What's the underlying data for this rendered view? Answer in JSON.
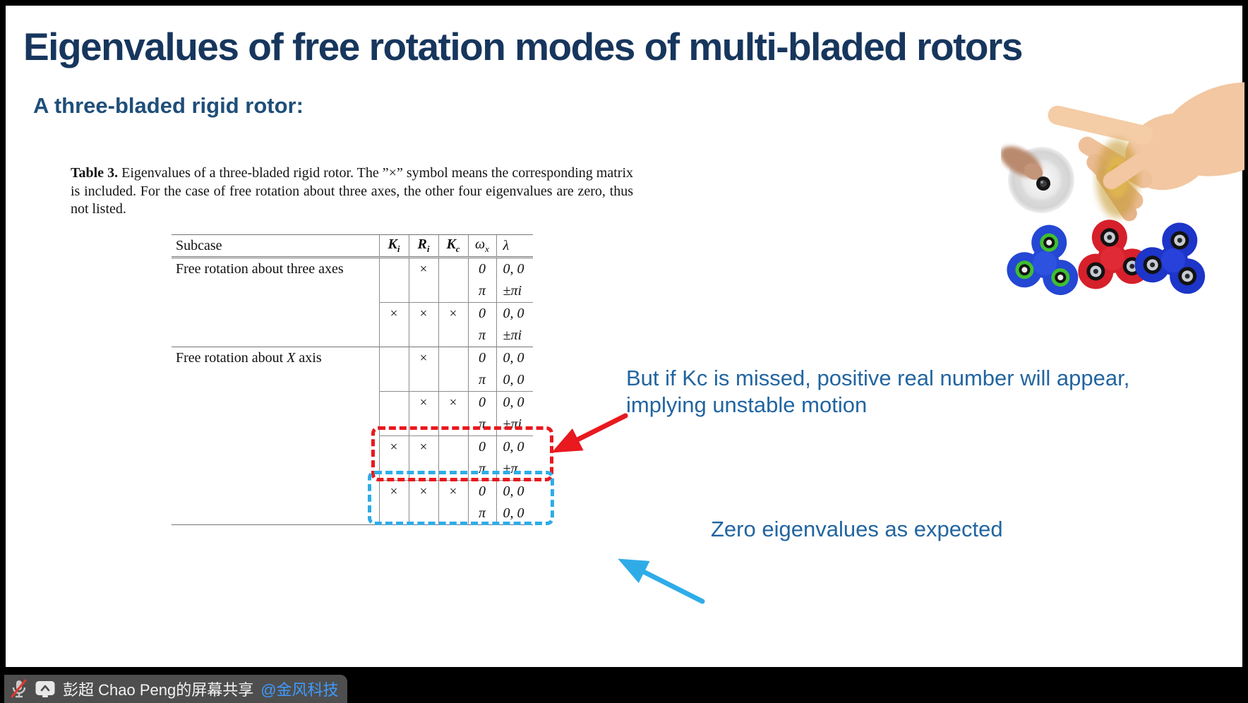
{
  "slide": {
    "title": "Eigenvalues of free rotation modes of multi-bladed rotors",
    "subtitle": "A three-bladed rigid rotor:"
  },
  "caption": {
    "label": "Table 3.",
    "text": "Eigenvalues of a three-bladed rigid rotor. The ”×” symbol means the corresponding matrix is included. For the case of free rotation about three axes, the other four eigenvalues are zero, thus not listed."
  },
  "table": {
    "headers": {
      "subcase": "Subcase",
      "ki_main": "K",
      "ki_sub": "i",
      "ri_main": "R",
      "ri_sub": "i",
      "kc_main": "K",
      "kc_sub": "c",
      "wx_main": "ω",
      "wx_sub": "x",
      "lambda": "λ"
    },
    "rows": [
      {
        "sub1": "Free rotation about three axes",
        "subx": "",
        "sub2": "",
        "ki": "",
        "ri": "×",
        "kc": "",
        "wx": "0",
        "l": "0, 0"
      },
      {
        "sub1": "",
        "subx": "",
        "sub2": "",
        "ki": "",
        "ri": "",
        "kc": "",
        "wx": "π",
        "l": "±πi"
      },
      {
        "sub1": "",
        "subx": "",
        "sub2": "",
        "ki": "×",
        "ri": "×",
        "kc": "×",
        "wx": "0",
        "l": "0, 0"
      },
      {
        "sub1": "",
        "subx": "",
        "sub2": "",
        "ki": "",
        "ri": "",
        "kc": "",
        "wx": "π",
        "l": "±πi"
      },
      {
        "sub1": "Free rotation about ",
        "subx": "X",
        "sub2": " axis",
        "ki": "",
        "ri": "×",
        "kc": "",
        "wx": "0",
        "l": "0, 0"
      },
      {
        "sub1": "",
        "subx": "",
        "sub2": "",
        "ki": "",
        "ri": "",
        "kc": "",
        "wx": "π",
        "l": "0, 0"
      },
      {
        "sub1": "",
        "subx": "",
        "sub2": "",
        "ki": "",
        "ri": "×",
        "kc": "×",
        "wx": "0",
        "l": "0, 0"
      },
      {
        "sub1": "",
        "subx": "",
        "sub2": "",
        "ki": "",
        "ri": "",
        "kc": "",
        "wx": "π",
        "l": "±πi"
      },
      {
        "sub1": "",
        "subx": "",
        "sub2": "",
        "ki": "×",
        "ri": "×",
        "kc": "",
        "wx": "0",
        "l": "0, 0"
      },
      {
        "sub1": "",
        "subx": "",
        "sub2": "",
        "ki": "",
        "ri": "",
        "kc": "",
        "wx": "π",
        "l": "±π"
      },
      {
        "sub1": "",
        "subx": "",
        "sub2": "",
        "ki": "×",
        "ri": "×",
        "kc": "×",
        "wx": "0",
        "l": "0, 0"
      },
      {
        "sub1": "",
        "subx": "",
        "sub2": "",
        "ki": "",
        "ri": "",
        "kc": "",
        "wx": "π",
        "l": "0, 0"
      }
    ]
  },
  "annotations": {
    "unstable_note": "But if Kc is missed, positive real number will appear, implying unstable motion",
    "zero_note": "Zero eigenvalues as expected"
  },
  "share_bar": {
    "text": "彭超 Chao Peng的屏幕共享",
    "mention": "@金风科技"
  },
  "colors": {
    "title_navy": "#17365D",
    "subtitle_blue": "#1F4E79",
    "note_blue": "#2265A0",
    "highlight_red": "#E8191F",
    "highlight_light_blue": "#2FACE8",
    "bar_background": "#4E4E4E",
    "mention_blue": "#3E9BFF"
  }
}
